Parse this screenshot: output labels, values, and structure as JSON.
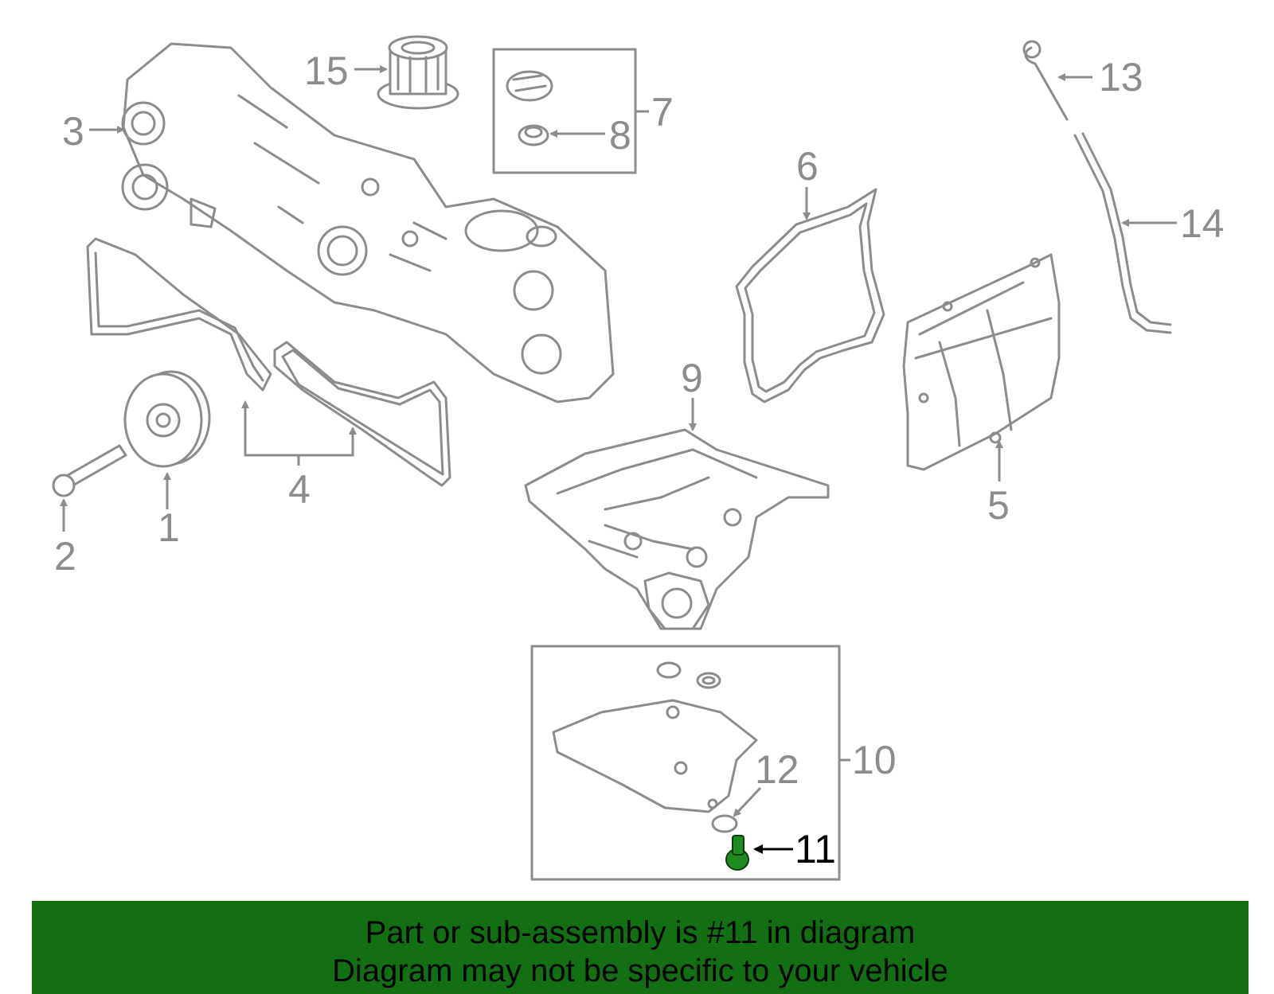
{
  "colors": {
    "banner_bg": "#127012",
    "highlight_part": "#1f8a1f",
    "line_art": "#8c8c8c",
    "background": "#ffffff"
  },
  "callouts": {
    "c1": "1",
    "c2": "2",
    "c3": "3",
    "c4": "4",
    "c5": "5",
    "c6": "6",
    "c7": "7",
    "c8": "8",
    "c9": "9",
    "c10": "10",
    "c11": "11",
    "c12": "12",
    "c13": "13",
    "c14": "14",
    "c15": "15"
  },
  "highlighted_part": "11",
  "banner": {
    "line1": "Part or sub-assembly is #11 in diagram",
    "line2": "Diagram may not be specific to your vehicle"
  }
}
